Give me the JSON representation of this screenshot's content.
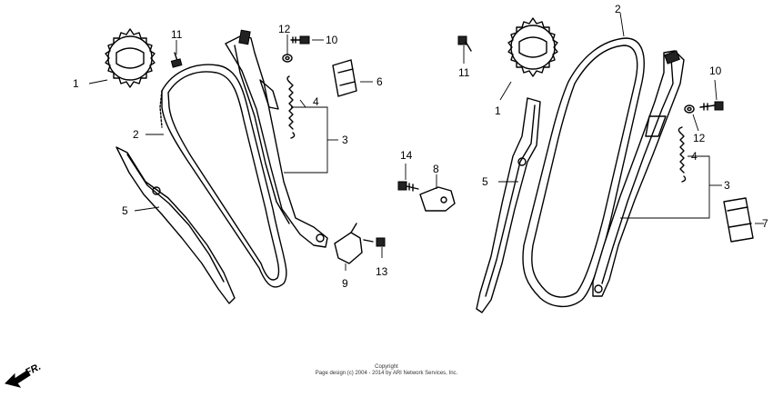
{
  "callouts": {
    "left": [
      {
        "id": "l1",
        "label": "1"
      },
      {
        "id": "l2",
        "label": "2"
      },
      {
        "id": "l3",
        "label": "3"
      },
      {
        "id": "l4",
        "label": "4"
      },
      {
        "id": "l5",
        "label": "5"
      },
      {
        "id": "l6",
        "label": "6"
      },
      {
        "id": "l10",
        "label": "10"
      },
      {
        "id": "l11",
        "label": "11"
      },
      {
        "id": "l12",
        "label": "12"
      }
    ],
    "center": [
      {
        "id": "c8",
        "label": "8"
      },
      {
        "id": "c9",
        "label": "9"
      },
      {
        "id": "c13",
        "label": "13"
      },
      {
        "id": "c14",
        "label": "14"
      }
    ],
    "right": [
      {
        "id": "r1",
        "label": "1"
      },
      {
        "id": "r2",
        "label": "2"
      },
      {
        "id": "r3",
        "label": "3"
      },
      {
        "id": "r4",
        "label": "4"
      },
      {
        "id": "r5",
        "label": "5"
      },
      {
        "id": "r7",
        "label": "7"
      },
      {
        "id": "r10",
        "label": "10"
      },
      {
        "id": "r11",
        "label": "11"
      },
      {
        "id": "r12",
        "label": "12"
      }
    ]
  },
  "direction_marker": {
    "label": "FR.",
    "icon": "front-arrow-icon"
  },
  "footer": {
    "line1": "Copyright",
    "line2": "Page design (c) 2004 - 2014 by ARI Network Services, Inc."
  }
}
